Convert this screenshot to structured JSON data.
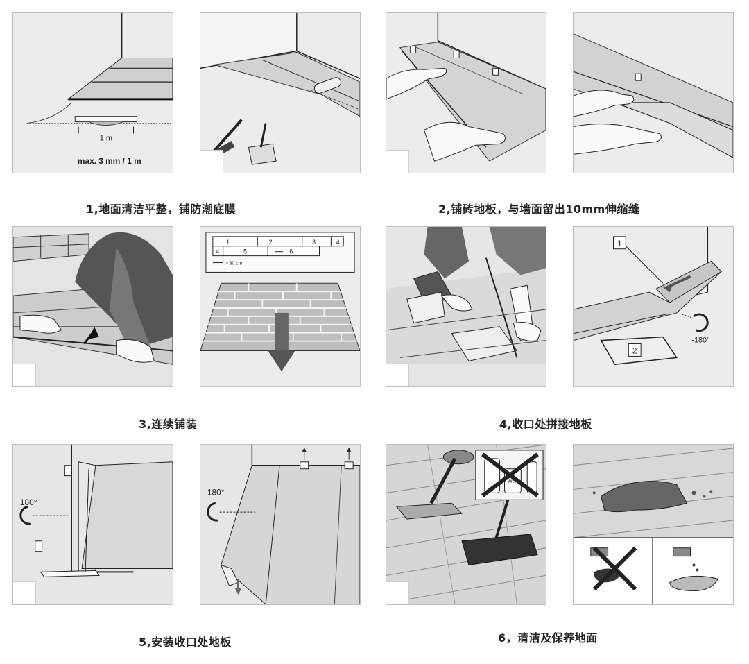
{
  "captions": {
    "step1": "1,地面清洁平整，铺防潮底膜",
    "step2": "2,铺砖地板，与墙面留出10mm伸缩缝",
    "step3": "3,连续铺装",
    "step4": "4,收口处拼接地板",
    "step5": "5,安装收口处地板",
    "step6": "6，清洁及保养地面"
  },
  "panel1": {
    "span_label": "1 m",
    "tolerance_label": "max. 3 mm / 1 m"
  },
  "panel4": {
    "plank_numbers_row1": [
      "1",
      "2",
      "3",
      "4"
    ],
    "plank_numbers_row2": [
      "4",
      "5",
      "6"
    ],
    "offset_label": "> 30 cm"
  },
  "panel8": {
    "label1": "1",
    "label2": "2",
    "rotation_label": "-180°"
  },
  "panel9": {
    "rotation_label": "180°"
  },
  "panel10": {
    "rotation_label": "180°"
  },
  "panel11": {
    "bottle_label": "Wax"
  }
}
